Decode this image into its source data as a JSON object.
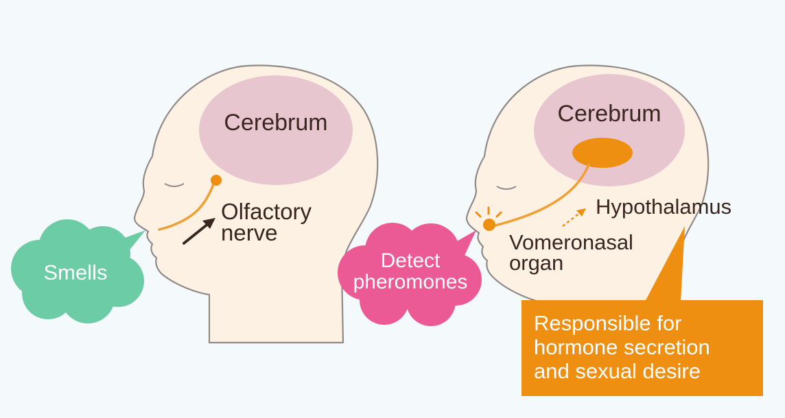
{
  "left_figure": {
    "cerebrum_label": "Cerebrum",
    "nerve_label_line1": "Olfactory",
    "nerve_label_line2": "nerve",
    "bubble_text": "Smells"
  },
  "right_figure": {
    "cerebrum_label": "Cerebrum",
    "hypothalamus_label": "Hypothalamus",
    "organ_label_line1": "Vomeronasal",
    "organ_label_line2": "organ",
    "bubble_line1": "Detect",
    "bubble_line2": "pheromones",
    "callout_line1": "Responsible for",
    "callout_line2": "hormone secretion",
    "callout_line3": "and sexual desire"
  },
  "colors": {
    "background": "#f4f9fc",
    "skin": "#fdf1e3",
    "outline": "#8f8a87",
    "cerebrum": "#e8c6d0",
    "nerve": "#f0a030",
    "hypothalamus": "#ee8f12",
    "smells_bubble": "#6ccca6",
    "pheromone_bubble": "#eb5a95",
    "callout": "#ee8f12",
    "label_text": "#3a2620"
  }
}
